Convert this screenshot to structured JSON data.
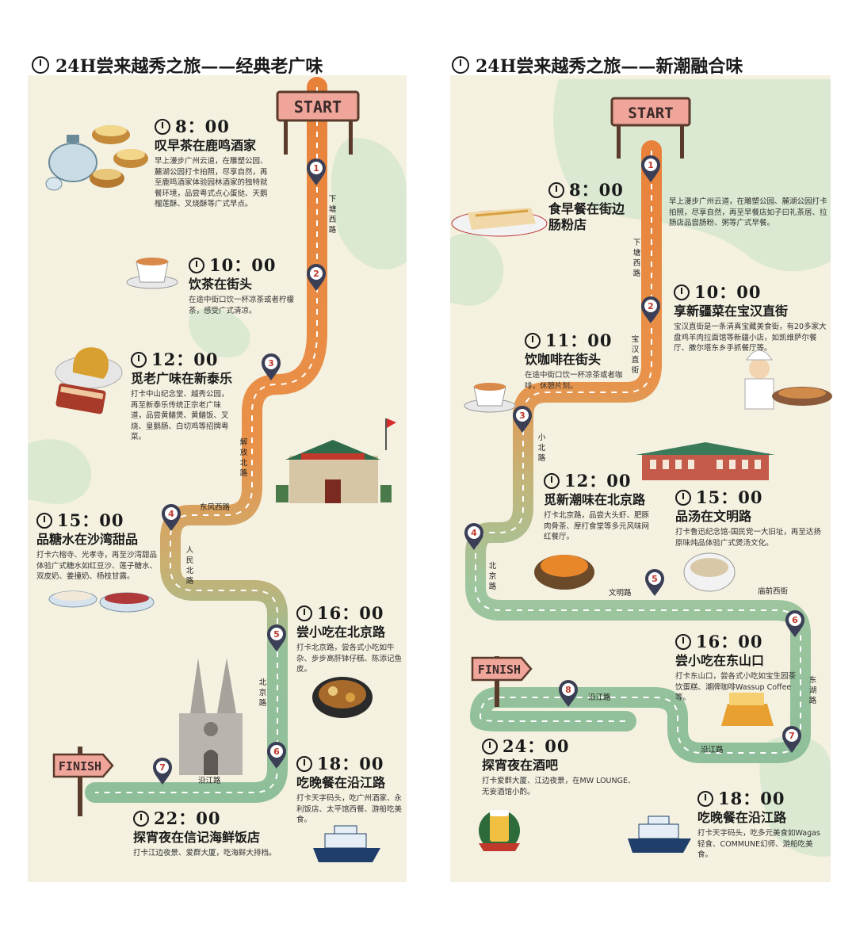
{
  "left": {
    "title": "24H尝来越秀之旅——经典老广味",
    "start_label": "START",
    "finish_label": "FINISH",
    "stops": [
      {
        "num": "1",
        "time": "8：00",
        "place": "叹早茶在鹿鸣酒家",
        "desc": "早上漫步广州云道，在雕塑公园、麓湖公园打卡拍照，尽享自然，再至鹿鸣酒家体验园林酒家的独特就餐环境，品尝粤式点心蛋挞、天鹅榴莲酥、叉烧酥等广式早点。"
      },
      {
        "num": "2",
        "time": "10：00",
        "place": "饮茶在街头",
        "desc": "在途中街口饮一杯凉茶或者柠檬茶，感受广式清凉。"
      },
      {
        "num": "3",
        "time": "12：00",
        "place": "觅老广味在新泰乐",
        "desc": "打卡中山纪念堂、越秀公园，再至新泰乐传统正宗老广味道，品尝黄鳝煲、黄鳝饭、叉烧、皇鹅肠、白切鸡等招牌粤菜。"
      },
      {
        "num": "4",
        "time": "15：00",
        "place": "品糖水在沙湾甜品",
        "desc": "打卡六榕寺、光孝寺，再至沙湾甜品体验广式糖水如红豆沙、莲子糖水、双皮奶、姜撞奶、杨枝甘露。"
      },
      {
        "num": "5",
        "time": "16：00",
        "place": "尝小吃在北京路",
        "desc": "打卡北京路，尝各式小吃如牛杂、步步高肝钵仔糕、陈添记鱼皮。"
      },
      {
        "num": "6",
        "time": "18：00",
        "place": "吃晚餐在沿江路",
        "desc": "打卡天字码头，吃广州酒家、永利饭店、太平馆西餐、游船吃美食。"
      },
      {
        "num": "7",
        "time": "22：00",
        "place": "探宵夜在信记海鲜饭店",
        "desc": "打卡江边夜景、爱群大厦，吃海鲜大排档。"
      }
    ],
    "roads": [
      "下塘西路",
      "解放北路",
      "东风西路",
      "人民北路",
      "北京路",
      "沿江路"
    ]
  },
  "right": {
    "title": "24H尝来越秀之旅——新潮融合味",
    "start_label": "START",
    "finish_label": "FINISH",
    "stops": [
      {
        "num": "1",
        "time": "8：00",
        "place": "食早餐在街边肠粉店",
        "desc": "早上漫步广州云道，在雕塑公园、麓湖公园打卡拍照，尽享自然，再至早餐店如子曰礼茶居、拉肠店品尝肠粉、粥等广式早餐。"
      },
      {
        "num": "2",
        "time": "10：00",
        "place": "享新疆菜在宝汉直街",
        "desc": "宝汉直街是一条清真宝藏美食街，有20多家大盘鸡羊肉拉面馆等新疆小店，如凯维萨尔餐厅、撒尔塔东乡手抓餐厅等。"
      },
      {
        "num": "3",
        "time": "11：00",
        "place": "饮咖啡在街头",
        "desc": "在途中街口饮一杯凉茶或者咖啡，休憩片刻。"
      },
      {
        "num": "4",
        "time": "12：00",
        "place": "觅新潮味在北京路",
        "desc": "打卡北京路，品尝大头虾、肥豚肉骨茶、摩打食堂等多元风味网红餐厅。"
      },
      {
        "num": "5",
        "time": "15：00",
        "place": "品汤在文明路",
        "desc": "打卡鲁迅纪念馆-国民党一大旧址，再至达扬原味炖品体验广式煲汤文化。"
      },
      {
        "num": "6",
        "time": "16：00",
        "place": "尝小吃在东山口",
        "desc": "打卡东山口，尝各式小吃如宝生园茶饮蛋糕、潮牌咖啡Wassup Coffee等。"
      },
      {
        "num": "7",
        "time": "18：00",
        "place": "吃晚餐在沿江路",
        "desc": "打卡天字码头，吃多元美食如Wagas轻食、COMMUNE幻师、游船吃美食。"
      },
      {
        "num": "8",
        "time": "24：00",
        "place": "探宵夜在酒吧",
        "desc": "打卡爱群大厦、江边夜景，在MW LOUNGE、无妄酒馆小酌。"
      }
    ],
    "roads": [
      "下塘西路",
      "宝汉直街",
      "小北路",
      "北京路",
      "文明路",
      "庙前西街",
      "东湖路",
      "沿江路",
      "沿江路"
    ]
  },
  "colors": {
    "route_orange": "#e8813a",
    "route_green": "#8fbf9a",
    "pin": "#3b3f55",
    "bg": "#f4f1e0",
    "blob": "#dbe9d2"
  }
}
